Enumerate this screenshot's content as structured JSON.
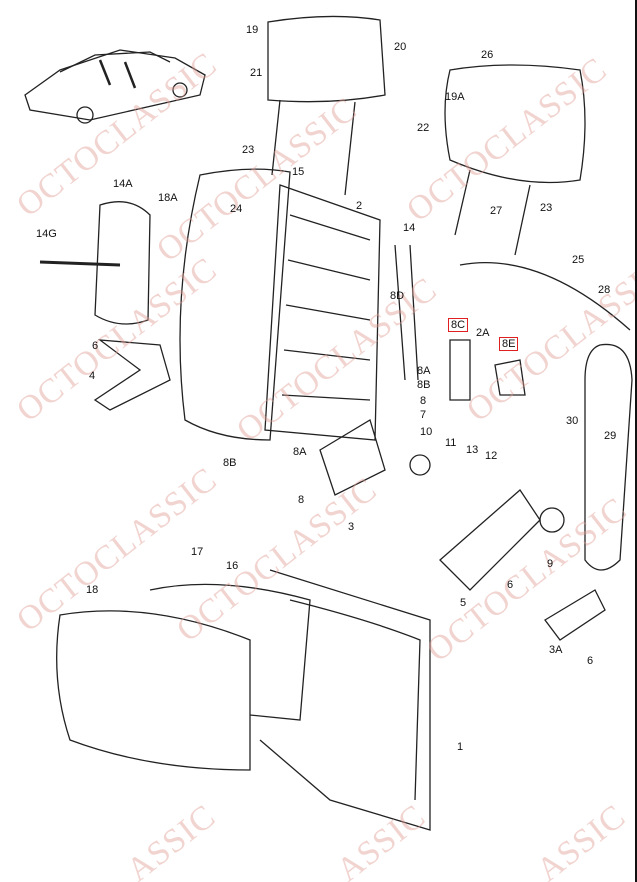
{
  "watermark": "OCTOCLASSIC",
  "watermark_partial": "ASSIC",
  "highlight_color": "#e02020",
  "labels": {
    "l19": "19",
    "l20": "20",
    "l26": "26",
    "l21": "21",
    "l19a": "19A",
    "l22": "22",
    "l23a": "23",
    "l15": "15",
    "l14a": "14A",
    "l18a": "18A",
    "l24": "24",
    "l2": "2",
    "l27": "27",
    "l23b": "23",
    "l14g": "14G",
    "l14": "14",
    "l25": "25",
    "l28": "28",
    "l8d": "8D",
    "l8c": "8C",
    "l2a": "2A",
    "l8e": "8E",
    "l6a": "6",
    "l4": "4",
    "l8a_r": "8A",
    "l8b_r": "8B",
    "l8_r": "8",
    "l30": "30",
    "l29": "29",
    "l7": "7",
    "l10": "10",
    "l11": "11",
    "l13": "13",
    "l12": "12",
    "l8a_l": "8A",
    "l8b_l": "8B",
    "l8_l": "8",
    "l3": "3",
    "l9": "9",
    "l6b": "6",
    "l5": "5",
    "l17": "17",
    "l16": "16",
    "l18": "18",
    "l3a": "3A",
    "l6c": "6",
    "l1": "1"
  }
}
